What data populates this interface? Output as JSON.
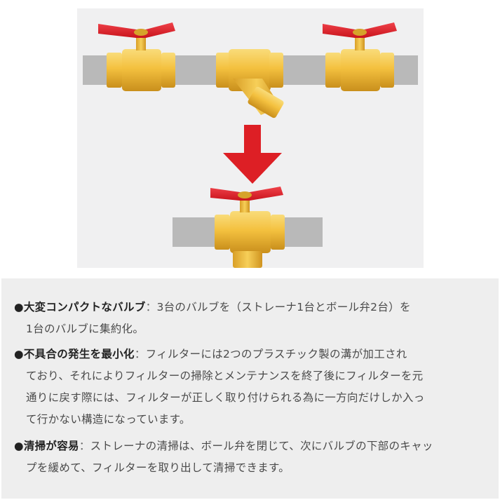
{
  "colors": {
    "pipe": "#b9b9b9",
    "brass": "#f3bf3d",
    "handle": "#e31e28",
    "arrow": "#dd1f25",
    "panel": "#eeeeee"
  },
  "features": [
    {
      "bullet": "●",
      "title": "大変コンパクトなバルブ",
      "separator": "：",
      "lines": [
        "3台のバルブを（ストレーナ1台とボール弁2台）を",
        "1台のバルブに集約化。"
      ]
    },
    {
      "bullet": "●",
      "title": "不具合の発生を最小化",
      "separator": "：",
      "lines": [
        "フィルターには2つのプラスチック製の溝が加工され",
        "ており、それによりフィルターの掃除とメンテナンスを終了後にフィルターを元",
        "通りに戻す際には、フィルターが正しく取り付けられる為に一方向だけしか入っ",
        "て行かない構造になっています。"
      ]
    },
    {
      "bullet": "●",
      "title": "清掃が容易",
      "separator": "：",
      "lines": [
        "ストレーナの清掃は、ボール弁を閉じて、次にバルブの下部のキャッ",
        "プを緩めて、フィルターを取り出して清掃できます。"
      ]
    }
  ]
}
